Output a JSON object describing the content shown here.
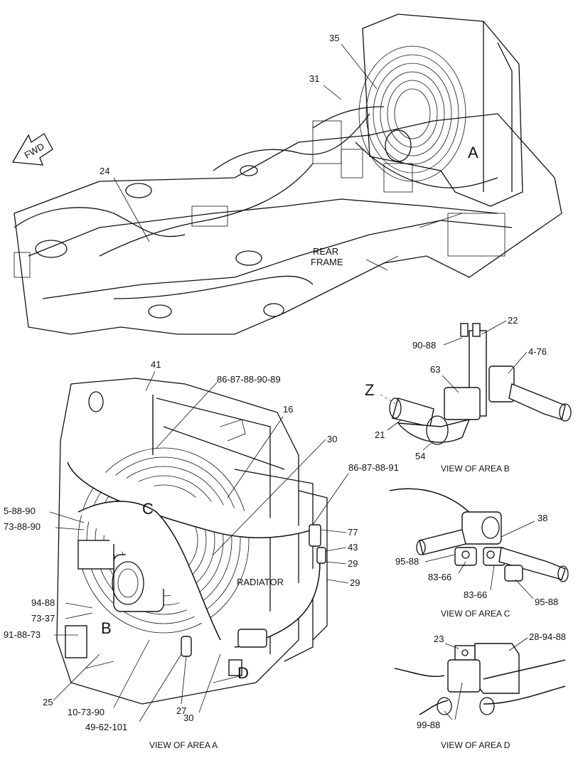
{
  "callouts": {
    "c35": "35",
    "c31": "31",
    "c24": "24",
    "cA": "A",
    "rear_frame_1": "REAR",
    "rear_frame_2": "FRAME",
    "fwd": "FWD",
    "c41": "41",
    "c86_87_88_90_89": "86-87-88-90-89",
    "c16": "16",
    "c30a": "30",
    "c86_87_88_91": "86-87-88-91",
    "c5_88_90": "5-88-90",
    "c73_88_90": "73-88-90",
    "cC": "C",
    "c77": "77",
    "c43": "43",
    "c29a": "29",
    "c29b": "29",
    "radiator": "RADIATOR",
    "c94_88": "94-88",
    "c73_37": "73-37",
    "c91_88_73": "91-88-73",
    "cB": "B",
    "cD": "D",
    "c25": "25",
    "c10_73_90": "10-73-90",
    "c27": "27",
    "c30b": "30",
    "c49_62_101": "49-62-101",
    "c22": "22",
    "c90_88": "90-88",
    "c4_76": "4-76",
    "c63": "63",
    "cZ": "Z",
    "c21": "21",
    "c54": "54",
    "c38": "38",
    "c95_88a": "95-88",
    "c83_66a": "83-66",
    "c83_66b": "83-66",
    "c95_88b": "95-88",
    "c23": "23",
    "c28_94_88": "28-94-88",
    "c99_88": "99-88"
  },
  "captions": {
    "view_a": "VIEW OF AREA A",
    "view_b": "VIEW OF AREA B",
    "view_c": "VIEW OF AREA C",
    "view_d": "VIEW OF AREA D"
  }
}
